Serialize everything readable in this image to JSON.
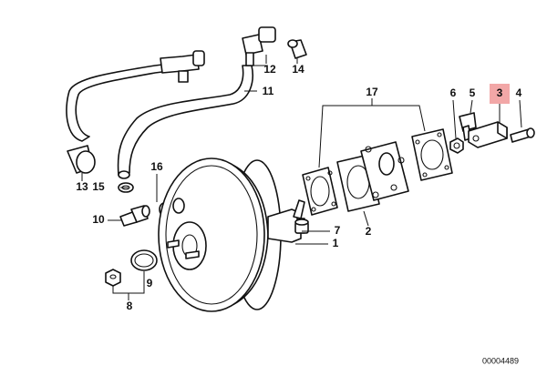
{
  "highlight_color": "#f2a7a7",
  "highlighted_part": "3",
  "callouts": {
    "c1": "1",
    "c2": "2",
    "c3": "3",
    "c4": "4",
    "c5": "5",
    "c6": "6",
    "c7": "7",
    "c8": "8",
    "c9": "9",
    "c10": "10",
    "c11": "11",
    "c12": "12",
    "c13": "13",
    "c14": "14",
    "c15": "15",
    "c16": "16",
    "c17": "17"
  },
  "document_number": "00004489"
}
